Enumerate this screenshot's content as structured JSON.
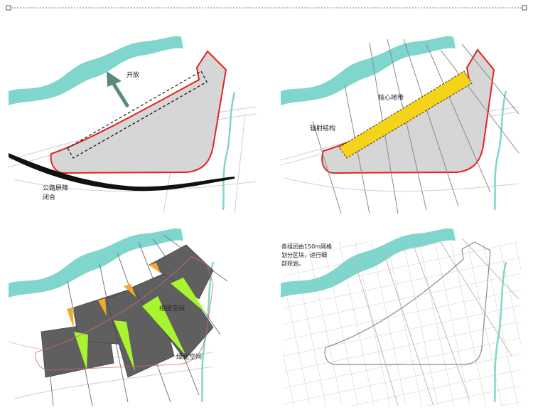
{
  "panels": {
    "p1": {
      "label_open": "开放",
      "label_barrier_line1": "公路屏障",
      "label_barrier_line2": "闭合"
    },
    "p2": {
      "label_core": "核心地带",
      "label_radial": "辐射结构"
    },
    "p3": {
      "label_cluster": "组团空间",
      "label_green": "绿化空间"
    },
    "p4": {
      "note_line1": "各组团由150m网格",
      "note_line2": "划分区块，进行细",
      "note_line3": "部规划。"
    }
  },
  "colors": {
    "river": "#7fd6cc",
    "site_fill": "#d6d6d6",
    "boundary": "#e0241f",
    "core": "#f5d31b",
    "cluster": "#5f5f5f",
    "green": "#a8f52f",
    "orange": "#f5a82a",
    "arrow": "#5a8a7e"
  }
}
